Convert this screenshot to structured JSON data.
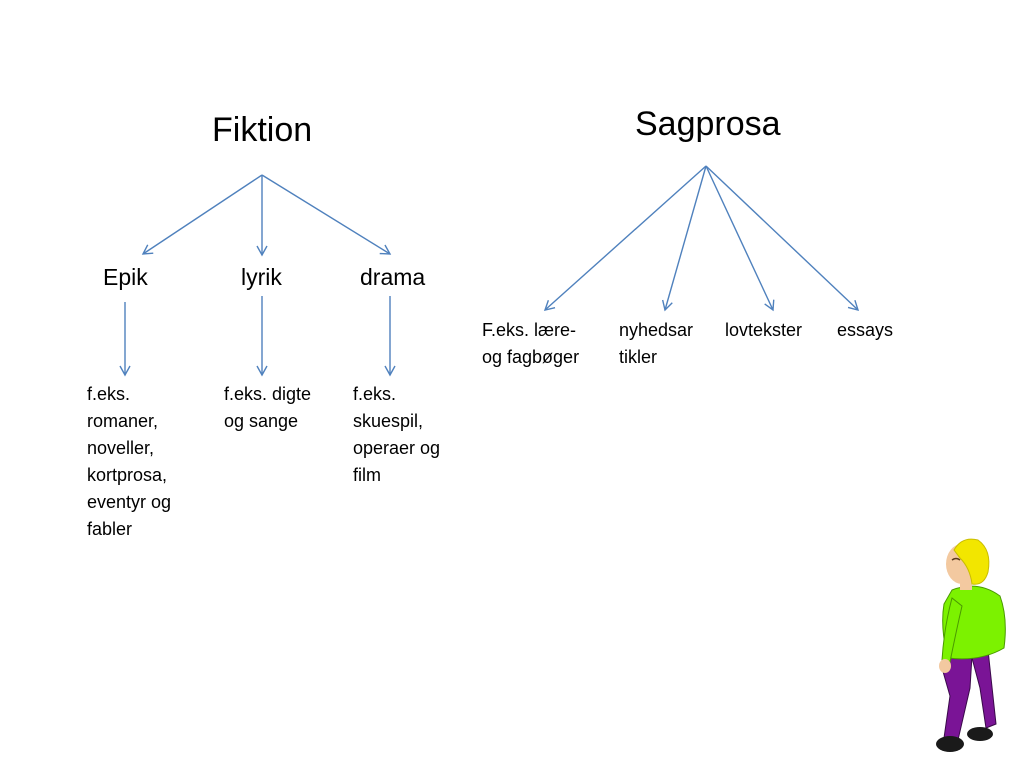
{
  "diagram": {
    "left_root": "Fiktion",
    "right_root": "Sagprosa",
    "genres": [
      {
        "label": "Epik",
        "example": "f.eks. romaner, noveller, kortprosa, eventyr og fabler"
      },
      {
        "label": "lyrik",
        "example": "f.eks. digte og sange"
      },
      {
        "label": "drama",
        "example": "f.eks. skuespil, operaer og film"
      }
    ],
    "sag_items": [
      "F.eks. lære- og fagbøger",
      "nyhedsar tikler",
      "lovtekster",
      "essays"
    ],
    "arrow_color": "#4f81bd",
    "figure_colors": {
      "hair": "#f2e600",
      "shirt": "#7cf200",
      "pants": "#7a1496",
      "skin": "#f3c9a0",
      "shoes": "#1a1a1a"
    }
  }
}
